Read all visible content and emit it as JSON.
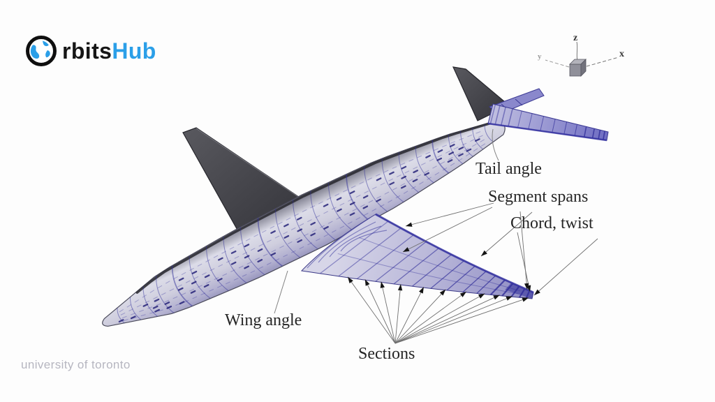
{
  "brand": {
    "full_name": "OrbitsHub",
    "name_prefix": "rbits",
    "name_suffix": "Hub",
    "icon": "globe-icon",
    "color_dark": "#161616",
    "color_accent": "#2b9fe8"
  },
  "attribution": {
    "text": "university of toronto"
  },
  "diagram": {
    "description": "Aircraft wing and tail geometry parameterization wireframe",
    "annotations": {
      "tail_angle": {
        "label": "Tail angle"
      },
      "segment_spans": {
        "label": "Segment spans"
      },
      "chord_twist": {
        "label": "Chord, twist"
      },
      "wing_angle": {
        "label": "Wing angle"
      },
      "sections": {
        "label": "Sections"
      }
    },
    "axis": {
      "x": "x",
      "y": "y",
      "z": "z"
    },
    "colors": {
      "mesh": "#322f9a",
      "mesh_dark": "#1d1a74",
      "trailing_band": "#3734a4",
      "leader_line": "#828282",
      "arrowhead": "#141414"
    }
  }
}
